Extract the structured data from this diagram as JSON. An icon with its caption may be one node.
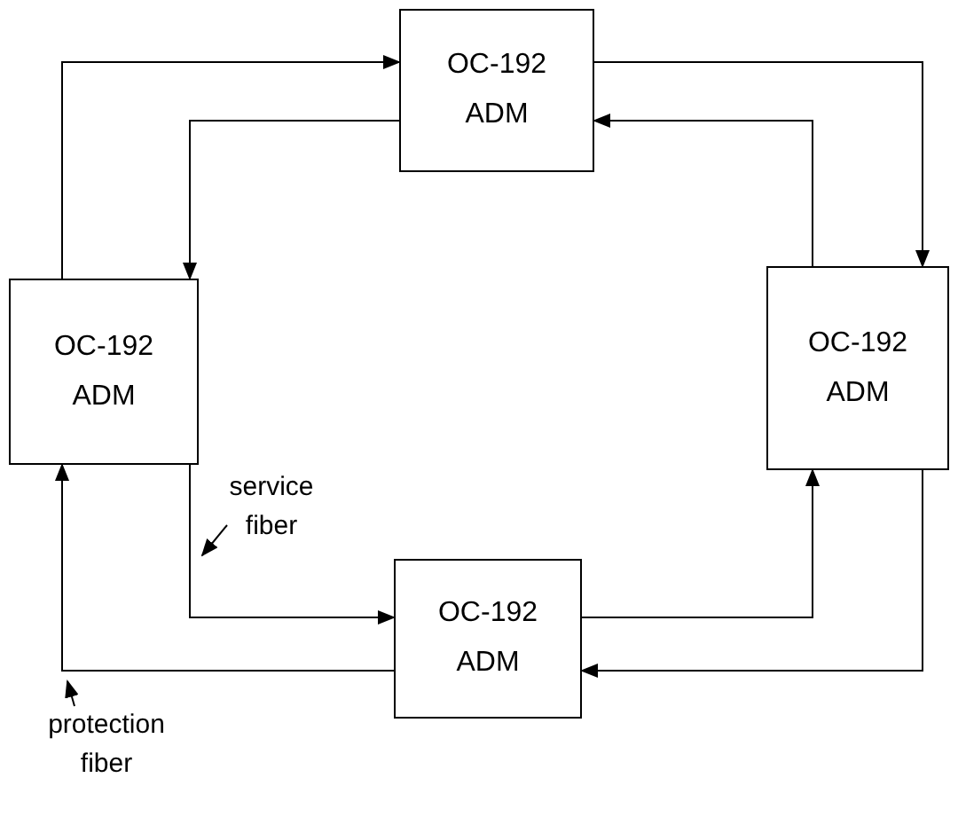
{
  "diagram": {
    "nodes": [
      {
        "text": [
          "OC-192",
          "ADM"
        ]
      },
      {
        "text": [
          "OC-192",
          "ADM"
        ]
      },
      {
        "text": [
          "OC-192",
          "ADM"
        ]
      },
      {
        "text": [
          "OC-192",
          "ADM"
        ]
      },
      {
        "text": [
          "service fiber"
        ]
      },
      {
        "text": [
          "protection fiber"
        ]
      }
    ],
    "edges": [
      {
        "from": 1,
        "to": 0,
        "arrow": "to"
      },
      {
        "from": 0,
        "to": 2,
        "arrow": "to"
      },
      {
        "from": 2,
        "to": 3,
        "arrow": "to"
      },
      {
        "from": 3,
        "to": 1,
        "arrow": "to"
      },
      {
        "from": 0,
        "to": 1,
        "arrow": "to"
      },
      {
        "from": 1,
        "to": 3,
        "arrow": "to"
      },
      {
        "from": 3,
        "to": 2,
        "arrow": "to"
      },
      {
        "from": 2,
        "to": 0,
        "arrow": "to"
      },
      {
        "from": 4,
        "to": null,
        "arrow": "to"
      },
      {
        "from": 5,
        "to": null,
        "arrow": "to"
      }
    ]
  }
}
